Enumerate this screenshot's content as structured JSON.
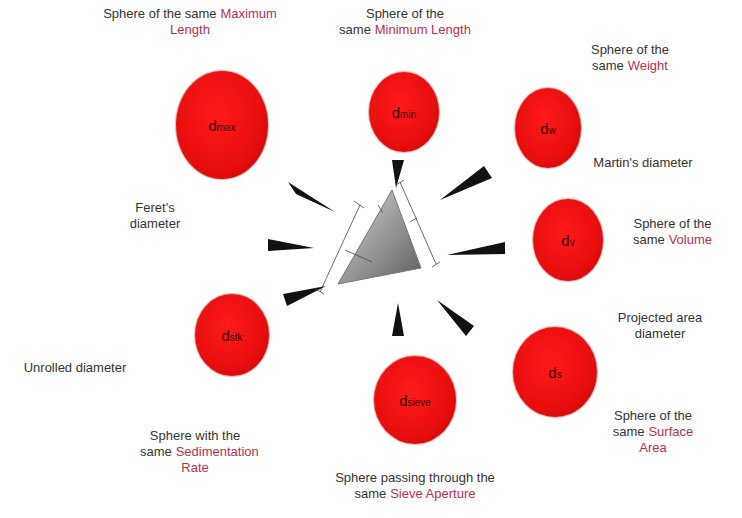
{
  "diagram": {
    "nodes": [
      {
        "text": [
          "Sphere of the same",
          "Maximum Length",
          "dmax"
        ]
      },
      {
        "text": [
          "Sphere of the same",
          "Minimum Length",
          "dmin"
        ]
      },
      {
        "text": [
          "Sphere of the same",
          "Weight",
          "dw"
        ]
      },
      {
        "text": [
          "Sphere of the same",
          "Volume",
          "dv"
        ]
      },
      {
        "text": [
          "Sphere of the same",
          "Surface Area",
          "ds"
        ]
      },
      {
        "text": [
          "Sphere passing through the same",
          "Sieve Aperture",
          "dsieve"
        ]
      },
      {
        "text": [
          "Sphere with the same",
          "Sedimentation Rate",
          "dstk"
        ]
      }
    ],
    "labels": [
      "Feret's diameter",
      "Martin's diameter",
      "Projected area diameter",
      "Unrolled diameter"
    ]
  }
}
